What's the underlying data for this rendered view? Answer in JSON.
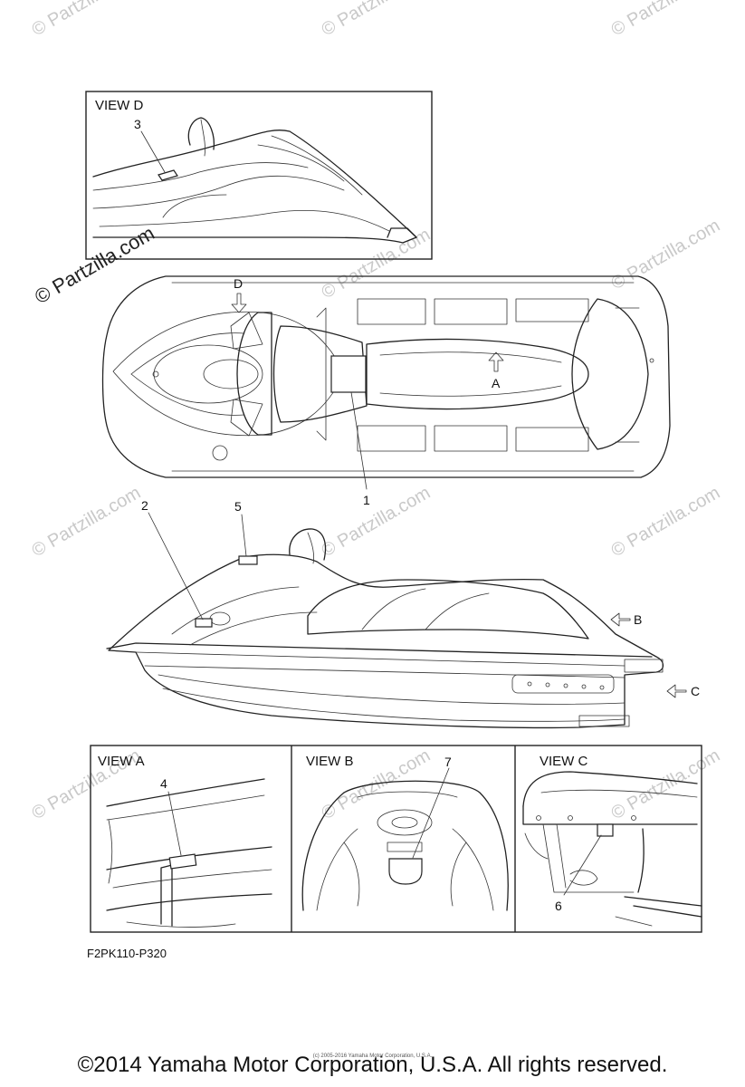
{
  "views": {
    "d": "VIEW D",
    "a": "VIEW A",
    "b": "VIEW B",
    "c": "VIEW C"
  },
  "arrows": {
    "d": "D",
    "a": "A",
    "b": "B",
    "c": "C"
  },
  "callouts": [
    "1",
    "2",
    "3",
    "4",
    "5",
    "6",
    "7"
  ],
  "watermarks": {
    "main": "© Partzilla.com",
    "faint": "© Partzilla.com"
  },
  "diagram_code": "F2PK110-P320",
  "footer": {
    "copyright": "©2014 Yamaha Motor Corporation, U.S.A. All rights reserved.",
    "small_print": "(c) 2005-2016 Yamaha Motor Corporation, U.S.A."
  }
}
